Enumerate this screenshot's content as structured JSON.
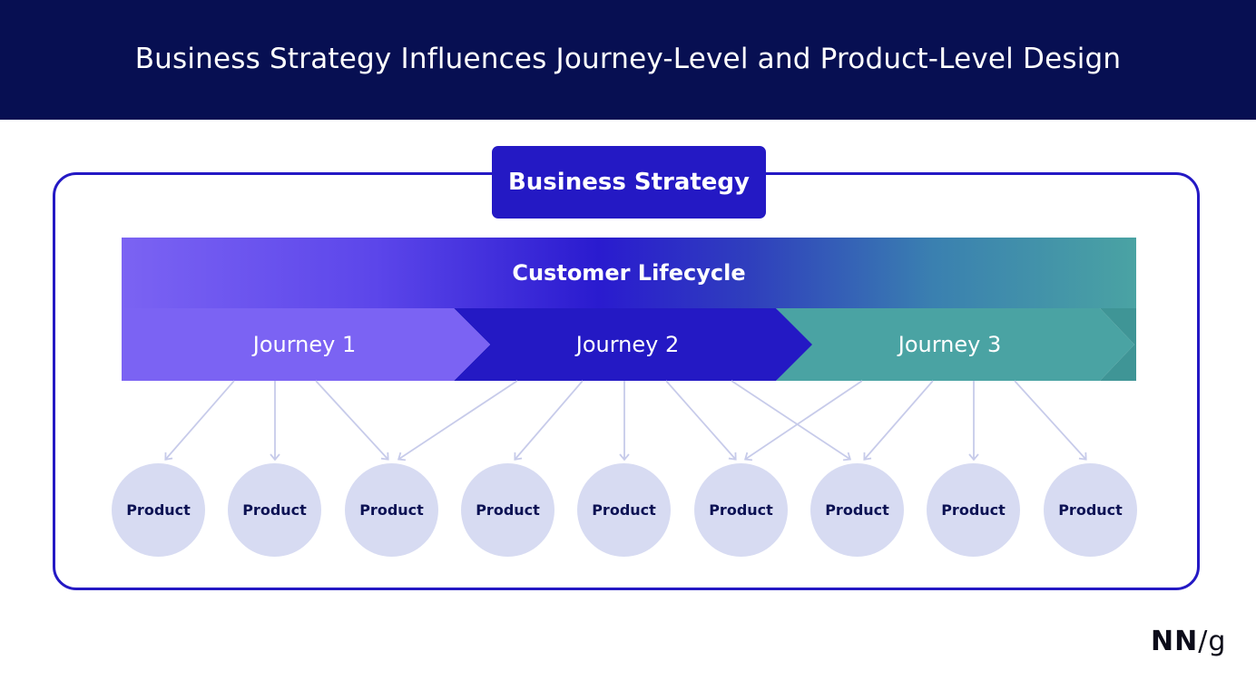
{
  "header": {
    "title": "Business Strategy Influences Journey-Level and Product-Level Design"
  },
  "strategy": {
    "label": "Business Strategy"
  },
  "lifecycle": {
    "label": "Customer Lifecycle"
  },
  "journeys": [
    {
      "label": "Journey 1",
      "color": "#7b63f3"
    },
    {
      "label": "Journey 2",
      "color": "#2419c4"
    },
    {
      "label": "Journey 3",
      "color": "#4aa3a3"
    }
  ],
  "products": [
    {
      "label": "Product"
    },
    {
      "label": "Product"
    },
    {
      "label": "Product"
    },
    {
      "label": "Product"
    },
    {
      "label": "Product"
    },
    {
      "label": "Product"
    },
    {
      "label": "Product"
    },
    {
      "label": "Product"
    },
    {
      "label": "Product"
    }
  ],
  "logo": {
    "nn": "NN",
    "g": "/g"
  },
  "colors": {
    "header_bg": "#070f52",
    "accent": "#2419c4",
    "product_fill": "#d7dbf2",
    "arrow": "#c7cbea"
  }
}
